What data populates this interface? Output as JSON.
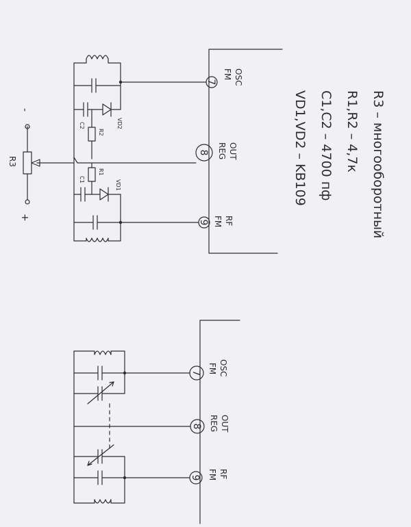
{
  "top_schematic": {
    "pins": [
      {
        "number": "7",
        "line1": "FM",
        "line2": "OSC"
      },
      {
        "number": "8",
        "line1": "REG",
        "line2": "OUT"
      },
      {
        "number": "9",
        "line1": "FM",
        "line2": "RF"
      }
    ],
    "components": {
      "c1": "C1",
      "c2": "C2",
      "r1": "R1",
      "r2": "R2",
      "vd1": "VD1",
      "vd2": "VD2",
      "r3": "R3"
    },
    "supply": {
      "plus": "+",
      "minus": "-"
    }
  },
  "notes": [
    "VD1,VD2 – KB109",
    "C1,C2 – 4700 пф",
    "R1,R2 – 4,7к",
    "R3 – многооборотный"
  ],
  "bottom_schematic": {
    "pins": [
      {
        "number": "7",
        "line1": "FM",
        "line2": "OSC"
      },
      {
        "number": "8",
        "line1": "REG",
        "line2": "OUT"
      },
      {
        "number": "9",
        "line1": "FM",
        "line2": "RF"
      }
    ]
  }
}
